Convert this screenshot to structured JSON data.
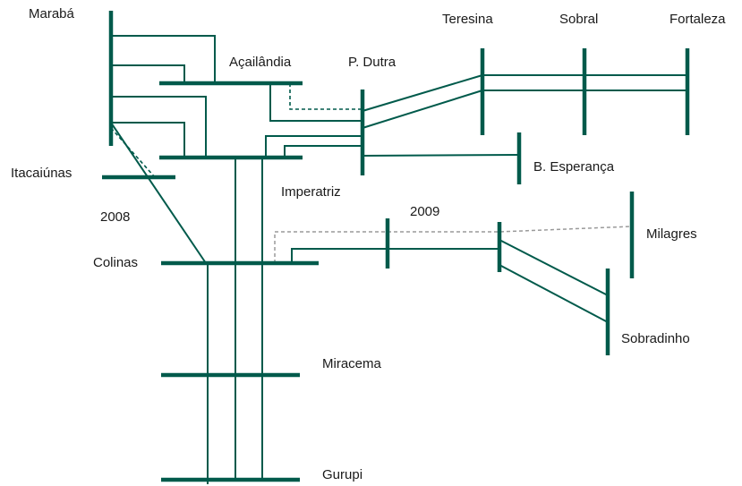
{
  "substations": {
    "maraba": "Marabá",
    "acailandia": "Açailândia",
    "pdutra": "P. Dutra",
    "teresina": "Teresina",
    "sobral": "Sobral",
    "fortaleza": "Fortaleza",
    "itacaiunas": "Itacaiúnas",
    "besperanca": "B. Esperança",
    "imperatriz": "Imperatriz",
    "milagres": "Milagres",
    "colinas": "Colinas",
    "sobradinho": "Sobradinho",
    "miracema": "Miracema",
    "gurupi": "Gurupi"
  },
  "years": {
    "y2008": "2008",
    "y2009": "2009"
  },
  "colors": {
    "line": "#005a4b",
    "future": "#9a9a9a"
  }
}
